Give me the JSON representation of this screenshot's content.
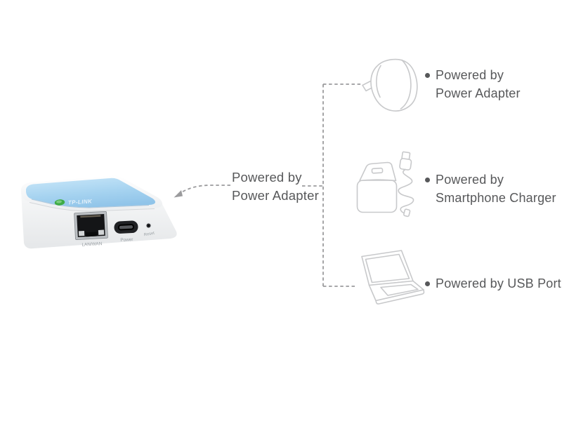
{
  "device": {
    "brand": "TP-LINK",
    "port_labels": {
      "lan": "LAN/WAN",
      "power": "Power",
      "reset": "Reset"
    }
  },
  "connector": {
    "lines": [
      "Powered by",
      "Power Adapter"
    ]
  },
  "options": [
    {
      "icon": "power-adapter-icon",
      "lines": [
        "Powered by",
        "Power Adapter"
      ]
    },
    {
      "icon": "smartphone-charger-icon",
      "lines": [
        "Powered by",
        "Smartphone Charger"
      ]
    },
    {
      "icon": "laptop-icon",
      "lines": [
        "Powered by USB Port"
      ]
    }
  ],
  "colors": {
    "background": "#ffffff",
    "text": "#57585a",
    "dashed_line": "#9b9b9d",
    "illustration_outline": "#c8c9cb",
    "router_top_blue": "#a9d4ef",
    "led_green": "#3fac46"
  }
}
